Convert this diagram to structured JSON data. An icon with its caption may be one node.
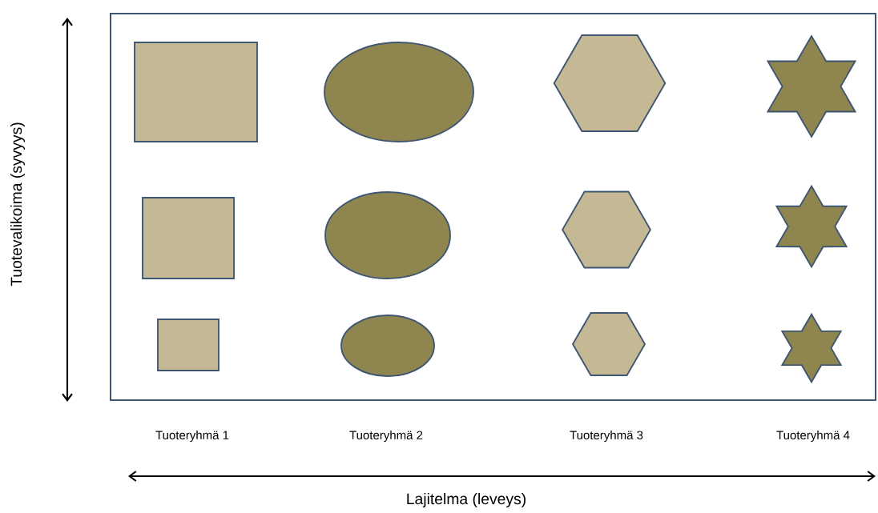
{
  "diagram": {
    "nodes": [
      {
        "text": [],
        "shape": "box"
      },
      {
        "text": [],
        "shape": "box",
        "in": 0
      },
      {
        "text": [],
        "shape": "ellipse",
        "in": 0
      },
      {
        "text": [],
        "shape": "hexagon",
        "in": 0
      },
      {
        "text": [],
        "shape": "star",
        "in": 0
      },
      {
        "text": [],
        "shape": "box",
        "in": 0
      },
      {
        "text": [],
        "shape": "ellipse",
        "in": 0
      },
      {
        "text": [],
        "shape": "hexagon",
        "in": 0
      },
      {
        "text": [],
        "shape": "star",
        "in": 0
      },
      {
        "text": [],
        "shape": "box",
        "in": 0
      },
      {
        "text": [],
        "shape": "ellipse",
        "in": 0
      },
      {
        "text": [],
        "shape": "hexagon",
        "in": 0
      },
      {
        "text": [],
        "shape": "star",
        "in": 0
      }
    ],
    "labels": [
      "Tuoteryhmä 1",
      "Tuoteryhmä 2",
      "Tuoteryhmä 3",
      "Tuoteryhmä 4",
      "Lajitelma (leveys)",
      "Tuotevalikoima (syvyys)"
    ]
  }
}
